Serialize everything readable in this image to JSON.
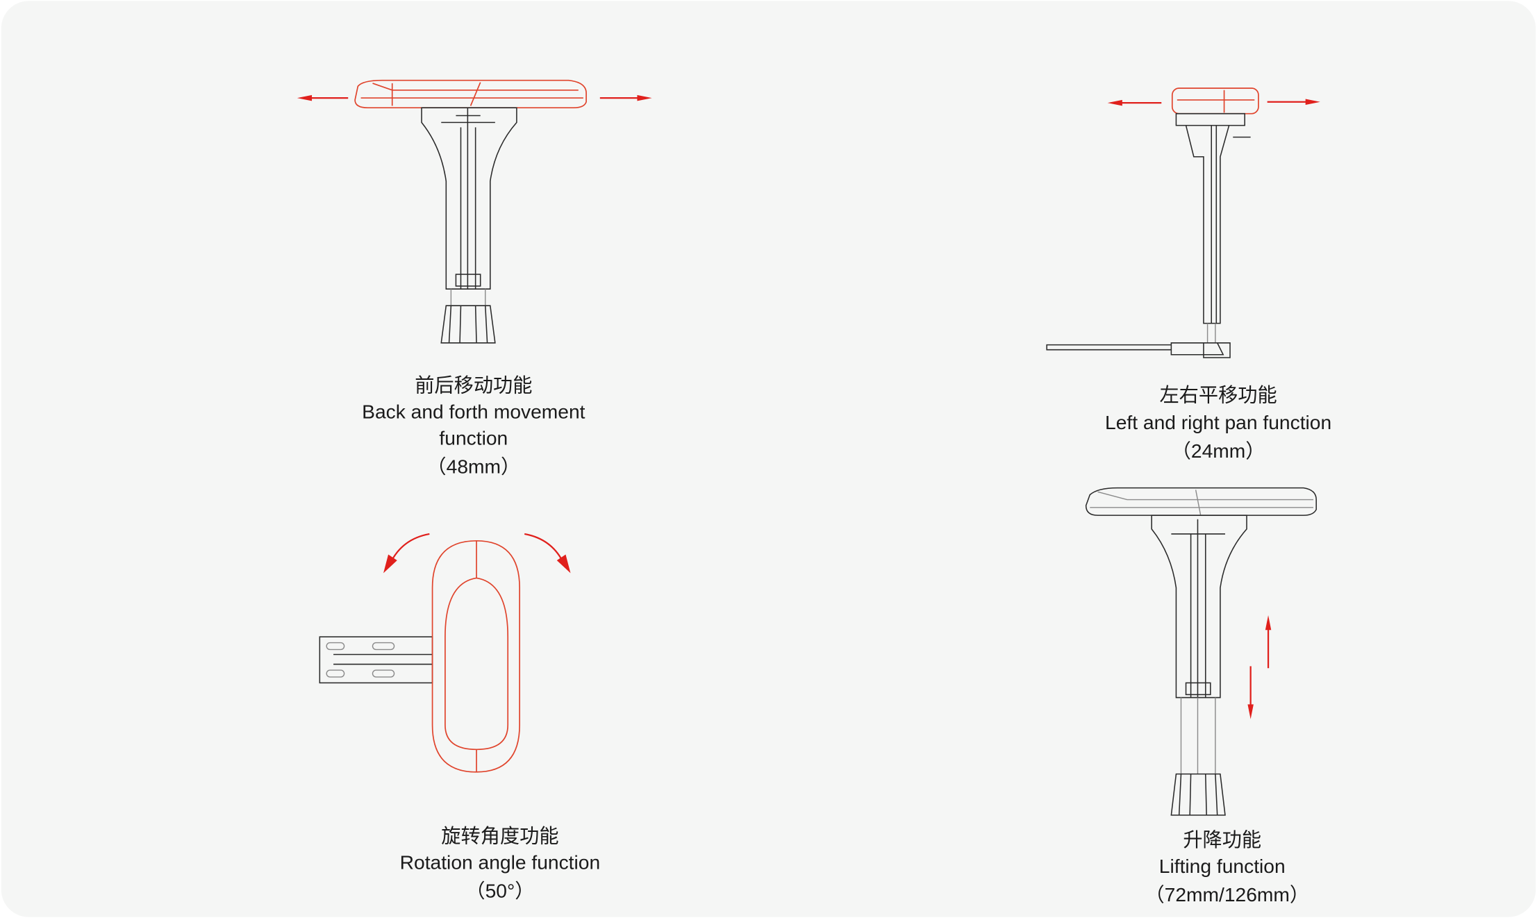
{
  "features": [
    {
      "title_cn": "前后移动功能",
      "title_en_line1": "Back and forth movement",
      "title_en_line2": "function",
      "value": "（48mm）"
    },
    {
      "title_cn": "左右平移功能",
      "title_en": "Left and right pan function",
      "value": "（24mm）"
    },
    {
      "title_cn": "旋转角度功能",
      "title_en": "Rotation angle function",
      "value": "（50°）"
    },
    {
      "title_cn": "升降功能",
      "title_en": "Lifting function",
      "value": "（72mm/126mm）"
    }
  ],
  "colors": {
    "background": "#f5f6f5",
    "accent": "#e0201c",
    "outline": "#e0442c"
  }
}
